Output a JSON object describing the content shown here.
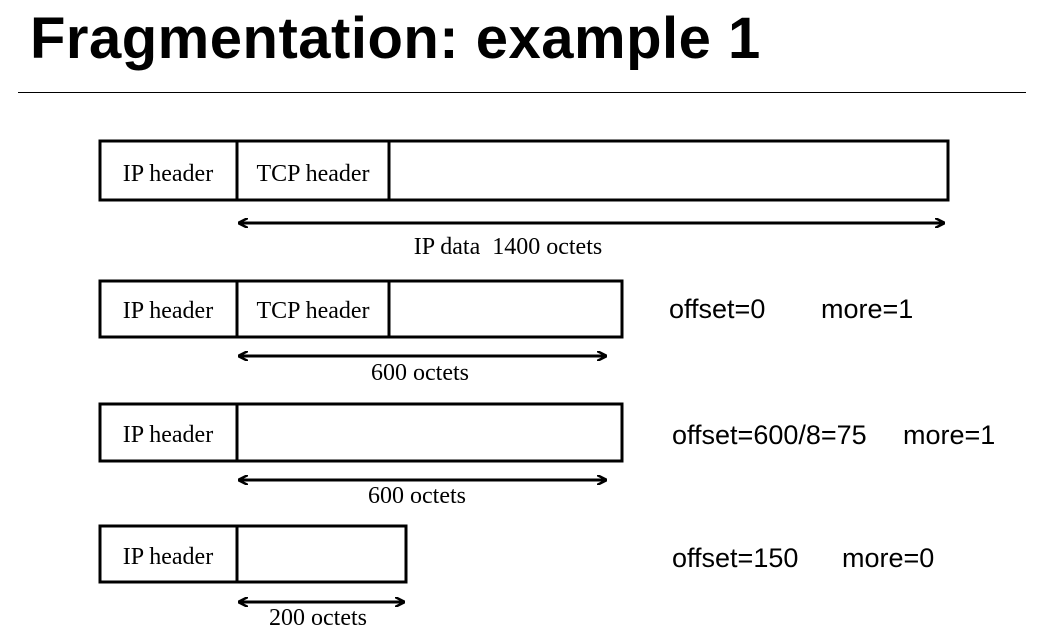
{
  "title": "Fragmentation: example 1",
  "original": {
    "ip_header_label": "IP header",
    "tcp_header_label": "TCP header",
    "data_label": "IP data  1400 octets"
  },
  "fragments": [
    {
      "ip_header_label": "IP header",
      "tcp_header_label": "TCP header",
      "size_label": "600 octets",
      "offset_label": "offset=0",
      "more_label": "more=1"
    },
    {
      "ip_header_label": "IP header",
      "size_label": "600 octets",
      "offset_label": "offset=600/8=75",
      "more_label": "more=1"
    },
    {
      "ip_header_label": "IP header",
      "size_label": "200 octets",
      "offset_label": "offset=150",
      "more_label": "more=0"
    }
  ]
}
